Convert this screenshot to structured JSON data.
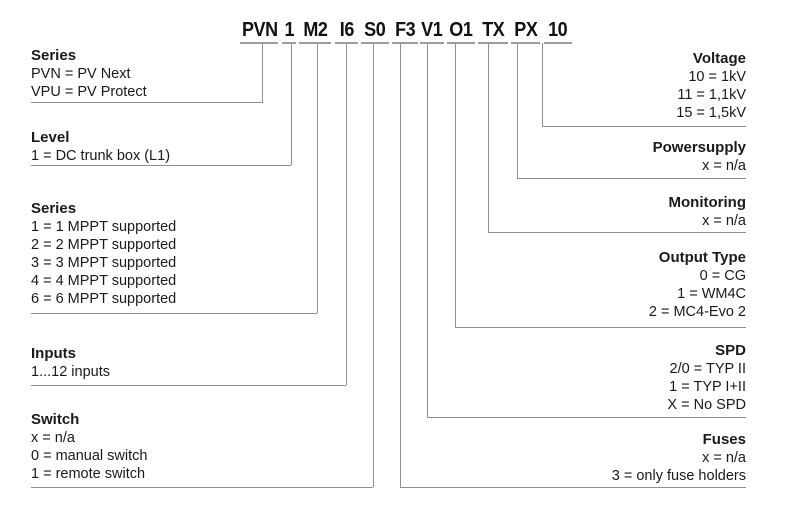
{
  "code": {
    "full": "PVN 1 M2 I6 S0 F3 V1 O1 TX PX 10",
    "segments": [
      "PVN",
      "1",
      "M2",
      "I6",
      "S0",
      "F3",
      "V1",
      "O1",
      "TX",
      "PX",
      "10"
    ]
  },
  "left_blocks": [
    {
      "header": "Series",
      "entries": [
        "PVN = PV Next",
        "VPU = PV Protect"
      ],
      "connects_to": "PVN"
    },
    {
      "header": "Level",
      "entries": [
        "1 = DC trunk box (L1)"
      ],
      "connects_to": "1"
    },
    {
      "header": "Series",
      "entries": [
        "1 = 1 MPPT supported",
        "2 = 2 MPPT supported",
        "3 = 3 MPPT supported",
        "4 = 4 MPPT supported",
        "6 = 6 MPPT supported"
      ],
      "connects_to": "M2"
    },
    {
      "header": "Inputs",
      "entries": [
        "1...12 inputs"
      ],
      "connects_to": "I6"
    },
    {
      "header": "Switch",
      "entries": [
        "x = n/a",
        "0 = manual switch",
        "1 = remote switch"
      ],
      "connects_to": "S0"
    }
  ],
  "right_blocks": [
    {
      "header": "Voltage",
      "entries": [
        "10 = 1kV",
        "11 = 1,1kV",
        "15 = 1,5kV"
      ],
      "connects_to": "10"
    },
    {
      "header": "Powersupply",
      "entries": [
        "x = n/a"
      ],
      "connects_to": "PX"
    },
    {
      "header": "Monitoring",
      "entries": [
        "x = n/a"
      ],
      "connects_to": "TX"
    },
    {
      "header": "Output Type",
      "entries": [
        "0 = CG",
        "1 = WM4C",
        "2 = MC4-Evo 2"
      ],
      "connects_to": "O1"
    },
    {
      "header": "SPD",
      "entries": [
        "2/0 = TYP II",
        "1 = TYP I+II",
        "X = No SPD"
      ],
      "connects_to": "V1"
    },
    {
      "header": "Fuses",
      "entries": [
        "x = n/a",
        "3 = only fuse holders"
      ],
      "connects_to": "F3"
    }
  ],
  "colors": {
    "background": "#ffffff",
    "text": "#1a1a1a",
    "line": "#8f8f8f"
  }
}
